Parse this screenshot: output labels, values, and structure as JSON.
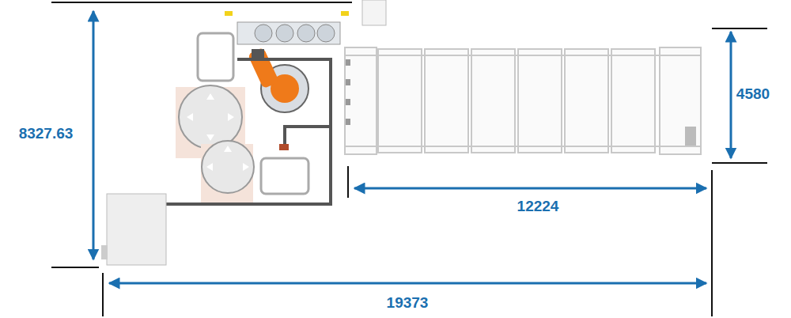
{
  "diagram": {
    "labels": [
      "8327.63",
      "4580",
      "12224",
      "19373"
    ]
  }
}
